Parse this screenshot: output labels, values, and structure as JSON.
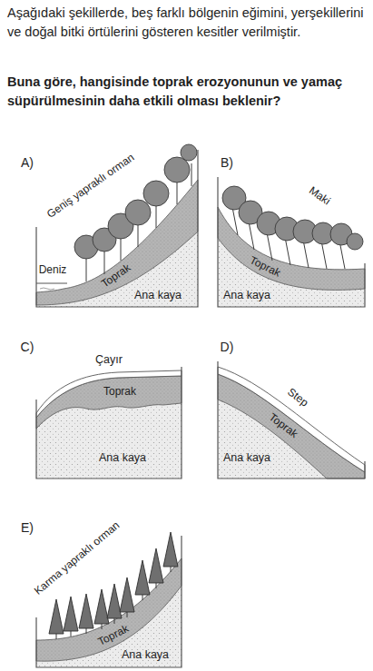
{
  "diagram": {
    "labels": [
      "Aşağıdaki şekillerde, beş farklı bölgenin eğimini, yerşekillerini ve doğal bitki örtülerini gösteren kesitler verilmiştir.",
      "Buna göre, hangisinde toprak erozyonunun ve yamaç süpürülmesinin daha etkili olması beklenir?",
      "A)",
      "Geniş yapraklı orman",
      "Deniz",
      "Toprak",
      "Ana kaya",
      "B)",
      "Maki",
      "Toprak",
      "Ana kaya",
      "C)",
      "Çayır",
      "Toprak",
      "Ana kaya",
      "D)",
      "Step",
      "Toprak",
      "Ana kaya",
      "E)",
      "Karma yapraklı orman",
      "Toprak",
      "Ana kaya"
    ]
  }
}
